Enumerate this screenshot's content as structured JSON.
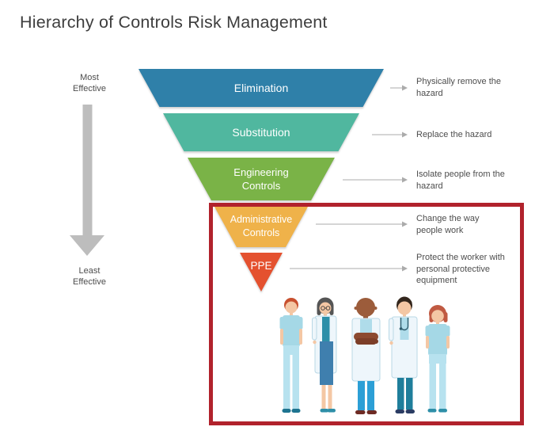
{
  "title": "Hierarchy of Controls Risk Management",
  "effectiveness_scale": {
    "most_label": "Most\nEffective",
    "least_label": "Least\nEffective",
    "arrow_color": "#bdbdbd"
  },
  "funnel": {
    "levels": [
      {
        "id": "elimination",
        "label": "Elimination",
        "description": "Physically remove the\nhazard",
        "color": "#2f80a9"
      },
      {
        "id": "substitution",
        "label": "Substitution",
        "description": "Replace the hazard",
        "color": "#50b79f"
      },
      {
        "id": "engineering-controls",
        "label": "Engineering\nControls",
        "description": "Isolate people from the\nhazard",
        "color": "#7ab347"
      },
      {
        "id": "administrative-controls",
        "label": "Administrative\nControls",
        "description": "Change the way\npeople work",
        "color": "#efb24a"
      },
      {
        "id": "ppe",
        "label": "PPE",
        "description": "Protect the worker with\npersonal protective\nequipment",
        "color": "#e4512f"
      }
    ]
  },
  "highlight_box": {
    "border_color": "#b1222c"
  },
  "connectors": {
    "color": "#ababab"
  },
  "illustration": {
    "name": "healthcare-workers-group",
    "people_count": "5"
  }
}
